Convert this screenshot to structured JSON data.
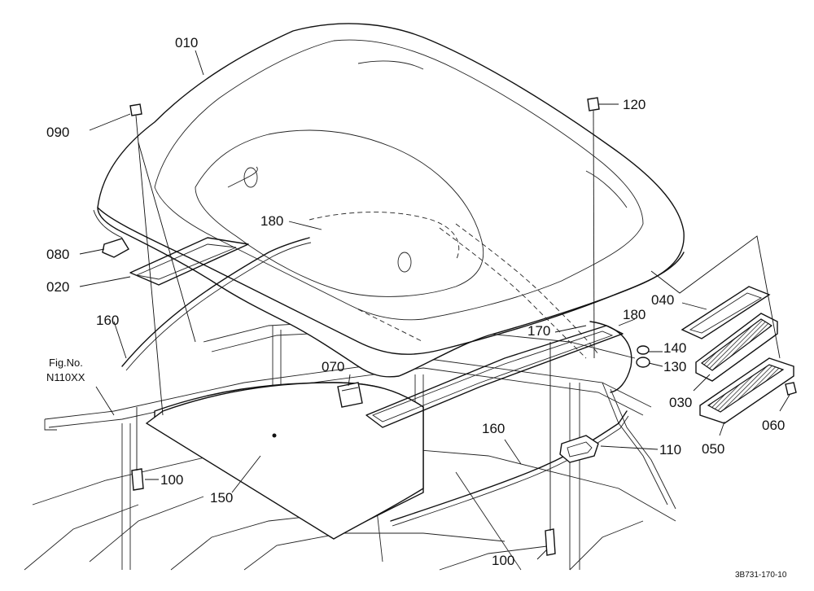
{
  "callouts": {
    "c010": "010",
    "c020": "020",
    "c030": "030",
    "c040": "040",
    "c050": "050",
    "c060": "060",
    "c070": "070",
    "c080": "080",
    "c090": "090",
    "c100a": "100",
    "c100b": "100",
    "c110": "110",
    "c120": "120",
    "c130": "130",
    "c140": "140",
    "c150": "150",
    "c160a": "160",
    "c160b": "160",
    "c170": "170",
    "c180a": "180",
    "c180b": "180"
  },
  "reference": {
    "fig_label": "Fig.No.",
    "fig_number": "N110XX",
    "drawing_code": "3B731-170-10"
  }
}
